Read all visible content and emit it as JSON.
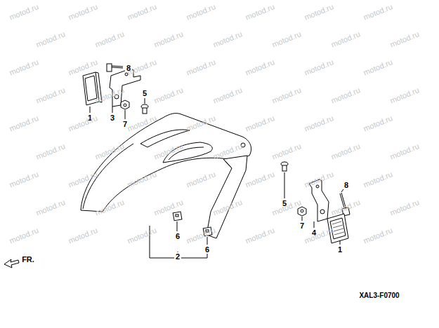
{
  "diagram": {
    "labels": [
      "8",
      "1",
      "3",
      "7",
      "5",
      "5",
      "7",
      "4",
      "8",
      "1",
      "6",
      "6",
      "2",
      "FR.",
      "XAL3-F0700",
      "motod.ru",
      "motod.ru",
      "motod.ru",
      "motod.ru",
      "motod.ru",
      "motod.ru",
      "motod.ru",
      "motod.ru",
      "motod.ru",
      "motod.ru",
      "motod.ru",
      "motod.ru",
      "motod.ru",
      "motod.ru",
      "motod.ru",
      "motod.ru",
      "motod.ru",
      "motod.ru",
      "motod.ru",
      "motod.ru",
      "motod.ru",
      "motod.ru",
      "motod.ru",
      "motod.ru",
      "motod.ru",
      "motod.ru",
      "motod.ru",
      "motod.ru",
      "motod.ru",
      "motod.ru",
      "motod.ru",
      "motod.ru",
      "motod.ru",
      "motod.ru",
      "motod.ru",
      "motod.ru",
      "motod.ru",
      "motod.ru",
      "motod.ru",
      "motod.ru",
      "motod.ru",
      "motod.ru",
      "motod.ru",
      "motod.ru",
      "motod.ru",
      "motod.ru",
      "motod.ru",
      "motod.ru",
      "motod.ru",
      "motod.ru",
      "motod.ru",
      "motod.ru",
      "motod.ru",
      "motod.ru",
      "motod.ru",
      "motod.ru",
      "motod.ru",
      "motod.ru",
      "motod.ru",
      "motod.ru",
      "motod.ru",
      "motod.ru",
      "motod.ru"
    ]
  }
}
